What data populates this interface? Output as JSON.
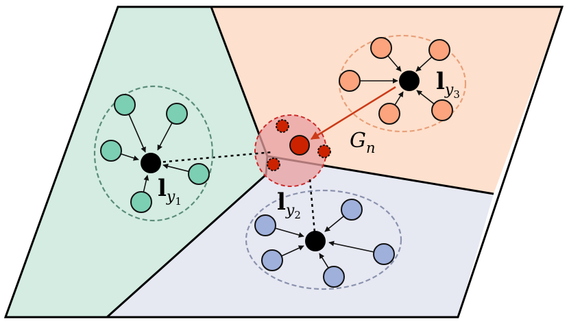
{
  "regions": {
    "class_1": {
      "color": "#d4ece2"
    },
    "class_2": {
      "color": "#e6e8f2"
    },
    "class_3": {
      "color": "#fde0cd"
    }
  },
  "clusters": {
    "class_1": {
      "node_color": "#7ccfb3",
      "boundary_color": "#5b8c7a"
    },
    "class_2": {
      "node_color": "#9fb0db",
      "boundary_color": "#8a92ad"
    },
    "class_3": {
      "node_color": "#fba47d",
      "boundary_color": "#e8a07a"
    }
  },
  "query": {
    "color": "#cc2200",
    "region_fill": "#e8a0a0",
    "arrow_color": "#cc3a18"
  },
  "labels": {
    "prototype_1": {
      "base": "l",
      "sub": "y",
      "subsub": "1"
    },
    "prototype_2": {
      "base": "l",
      "sub": "y",
      "subsub": "2"
    },
    "prototype_3": {
      "base": "l",
      "sub": "y",
      "subsub": "3"
    },
    "query": {
      "base": "G",
      "sub": "n"
    }
  }
}
